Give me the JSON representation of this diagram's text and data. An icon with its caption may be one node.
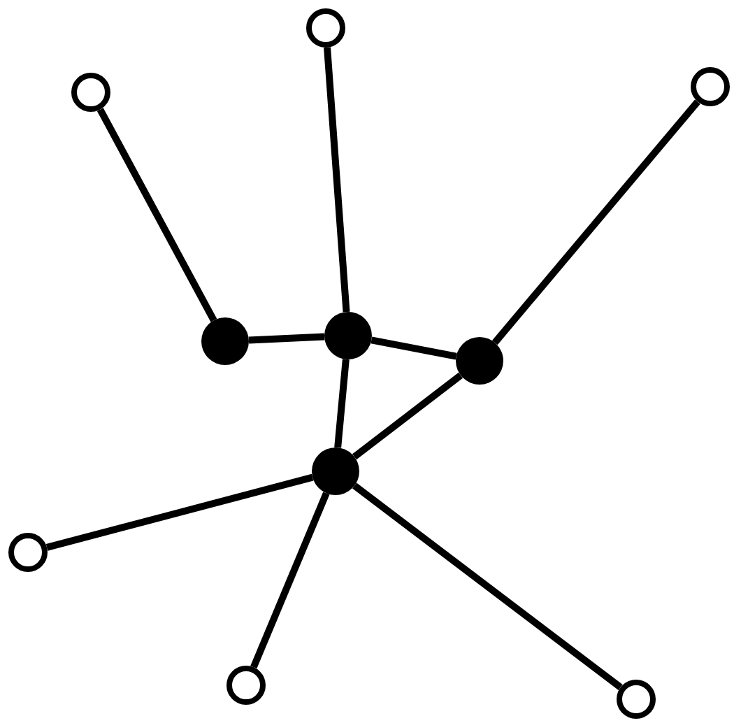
{
  "diagram": {
    "nodes": [
      {
        "text": [],
        "shape": "circle"
      },
      {
        "text": [],
        "shape": "circle"
      },
      {
        "text": [],
        "shape": "circle"
      },
      {
        "text": [],
        "shape": "dot"
      },
      {
        "text": [],
        "shape": "dot"
      },
      {
        "text": [],
        "shape": "dot"
      },
      {
        "text": [],
        "shape": "dot"
      },
      {
        "text": [],
        "shape": "circle"
      },
      {
        "text": [],
        "shape": "circle"
      },
      {
        "text": [],
        "shape": "circle"
      }
    ],
    "edges": [
      {
        "from": 2,
        "to": 4,
        "arrow": "none"
      },
      {
        "from": 4,
        "to": 3,
        "arrow": "none"
      },
      {
        "from": 0,
        "to": 3,
        "arrow": "none"
      },
      {
        "from": 3,
        "to": 5,
        "arrow": "none"
      },
      {
        "from": 1,
        "to": 5,
        "arrow": "none"
      },
      {
        "from": 3,
        "to": 6,
        "arrow": "none"
      },
      {
        "from": 5,
        "to": 6,
        "arrow": "none"
      },
      {
        "from": 6,
        "to": 7,
        "arrow": "none"
      },
      {
        "from": 6,
        "to": 8,
        "arrow": "none"
      },
      {
        "from": 6,
        "to": 9,
        "arrow": "none"
      }
    ]
  }
}
